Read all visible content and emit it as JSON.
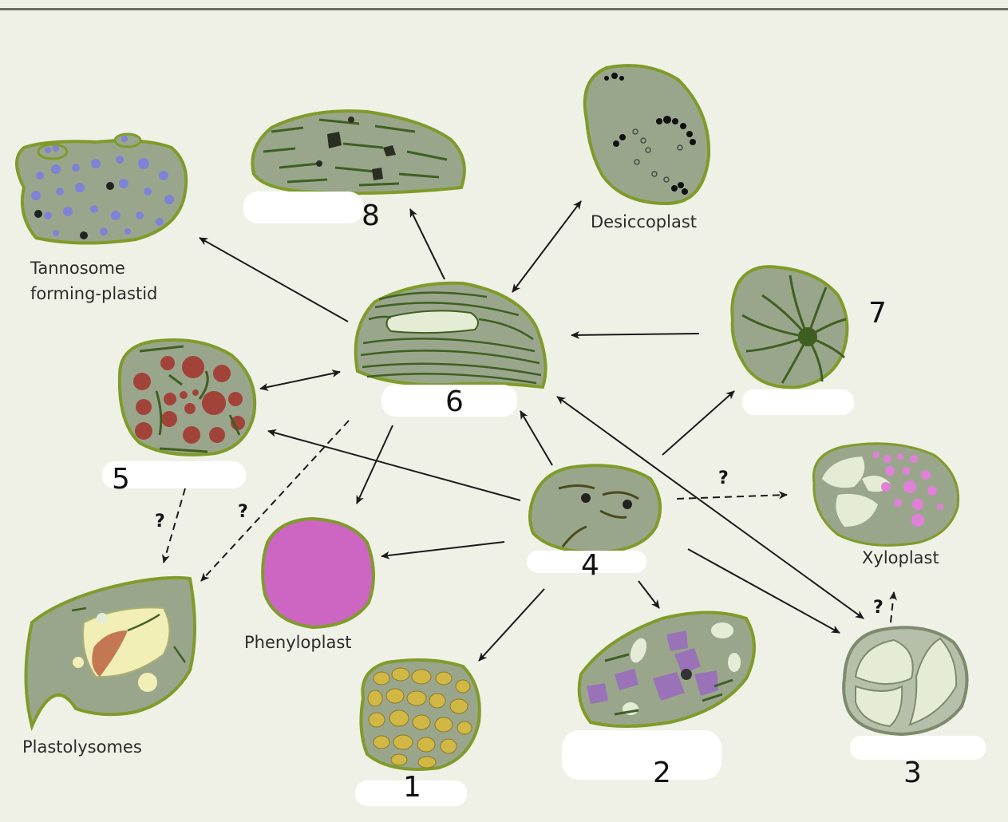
{
  "labels": {
    "tannosome": [
      "Tannosome",
      "forming-plastid"
    ],
    "desiccoplast": "Desiccoplast",
    "xyloplast": "Xyloplast",
    "phenyloplast": "Phenyloplast",
    "plastolysomes": "Plastolysomes"
  },
  "numbers": {
    "n1": "1",
    "n2": "2",
    "n3": "3",
    "n4": "4",
    "n5": "5",
    "n6": "6",
    "n7": "7",
    "n8": "8"
  },
  "question_mark": "?",
  "colors": {
    "background": "#f0f1e6",
    "plastid_body": "#9aa68c",
    "plastid_outline": "#7f9b2a",
    "thylakoid": "#3f5f22",
    "tannosome_vesicle": "#7f82d6",
    "lipid_red": "#a2433a",
    "phenyl_magenta": "#cc66c2",
    "xylo_pink": "#e080d8",
    "starch_yellow": "#d1b844",
    "crystal_purple": "#9a72b8",
    "pale_vacuole": "#e4ecd6"
  }
}
